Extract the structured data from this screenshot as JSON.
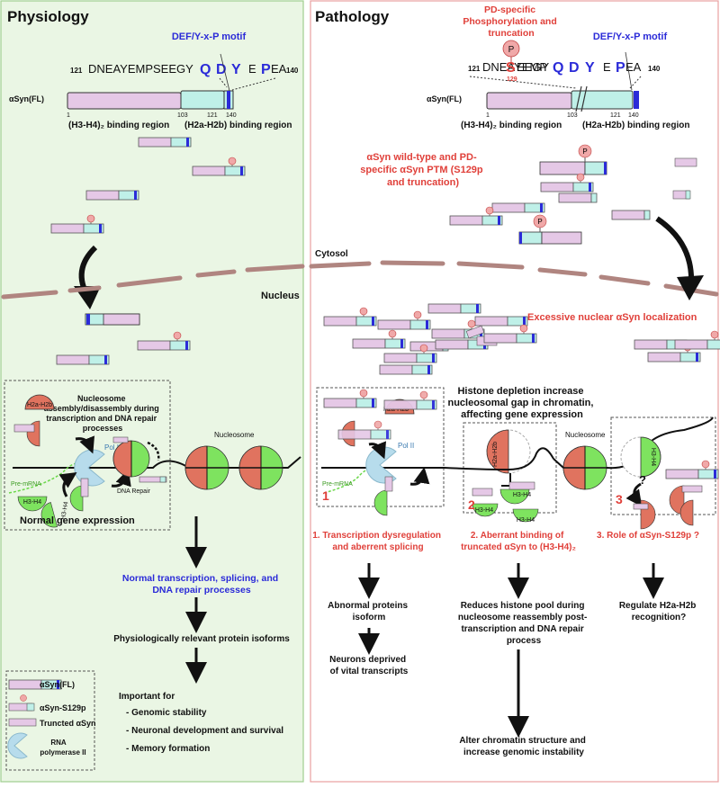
{
  "colors": {
    "physiology_bg": "#eaf6e4",
    "physiology_border": "#9fcf8f",
    "pathology_border": "#e8a0a0",
    "pathology_red": "#e0403a",
    "motif_blue": "#2b2bd8",
    "nterm_pink": "#e5c8e6",
    "cterm_teal": "#bff0e8",
    "histone_red": "#e0735f",
    "histone_green": "#7ee35f",
    "membrane": "#b08580",
    "polII": "#b7dcec"
  },
  "physiology": {
    "title": "Physiology",
    "motif_label": "DEF/Y-x-P motif",
    "seq_start": "121",
    "seq_plain": "DNEAYEMPSEEGY",
    "seq_q": "Q",
    "seq_d": "D",
    "seq_y": "Y",
    "seq_e": "E",
    "seq_p": "P",
    "seq_ea": "EA",
    "seq_end": "140",
    "syn_label": "αSyn(FL)",
    "pos_1": "1",
    "pos_103": "103",
    "pos_121": "121",
    "pos_140": "140",
    "region_h3h4": "(H3-H4)₂ binding region",
    "region_h2a": "(H2a-H2b) binding region",
    "nucleus": "Nucleus",
    "box_title": "Nucleosome assembly/disassembly during transcription and DNA repair processes",
    "h2a_h2b": "H2a-H2b",
    "h3_h4": "H3-H4",
    "pol2": "Pol II",
    "premrna": "Pre-mRNA",
    "dna_repair": "DNA Repair",
    "nucleosome": "Nucleosome",
    "normal_expression": "Normal gene expression",
    "flow1": "Normal transcription, splicing, and DNA repair processes",
    "flow2": "Physiologically relevant protein isoforms",
    "important_title": "Important for",
    "important_items": [
      "- Genomic stability",
      "- Neuronal development and survival",
      "- Memory formation"
    ],
    "legend": {
      "fl": "αSyn(FL)",
      "s129p": "αSyn-S129p",
      "trunc": "Truncted αSyn",
      "rnap": "RNA polymerase II"
    }
  },
  "pathology": {
    "title": "Pathology",
    "pd_label": "PD-specific Phosphorylation and truncation",
    "p_badge": "P",
    "motif_label": "DEF/Y-x-P motif",
    "seq_start": "121",
    "seq_pre": "DNEAYEMP",
    "seq_s": "S",
    "seq_post": "EEGY",
    "seq_q": "Q",
    "seq_d": "D",
    "seq_y": "Y",
    "seq_e": "E",
    "seq_p": "P",
    "seq_ea": "EA",
    "seq_end": "140",
    "s_pos": "129",
    "syn_label": "αSyn(FL)",
    "pos_1": "1",
    "pos_103": "103",
    "pos_121": "121",
    "pos_140": "140",
    "region_h3h4": "(H3-H4)₂ binding region",
    "region_h2a": "(H2a-H2b) binding region",
    "wt_label": "αSyn wild-type and PD-specific αSyn PTM (S129p and truncation)",
    "cytosol": "Cytosol",
    "excessive": "Excessive nuclear αSyn localization",
    "histone_depletion": "Histone depletion increase nucleosomal gap in chromatin, affecting gene expression",
    "nucleosome": "Nucleosome",
    "pol2": "Pol II",
    "premrna": "Pre-mRNA",
    "h2a_h2b": "H2a-H2b",
    "h3_h4": "H3-H4",
    "num1": "1",
    "num2": "2",
    "num3": "3",
    "question": "?",
    "cap1": "1. Transcription dysregulation and aberrent splicing",
    "cap2": "2. Aberrant binding of truncated αSyn to (H3-H4)₂",
    "cap3": "3. Role of αSyn-S129p ?",
    "o1a": "Abnormal proteins isoform",
    "o1b": "Neurons deprived of vital transcripts",
    "o2a": "Reduces histone pool during nucleosome reassembly post-transcription and DNA repair process",
    "o2b": "Alter chromatin structure and increase genomic instability",
    "o3a": "Regulate H2a-H2b recognition?"
  }
}
